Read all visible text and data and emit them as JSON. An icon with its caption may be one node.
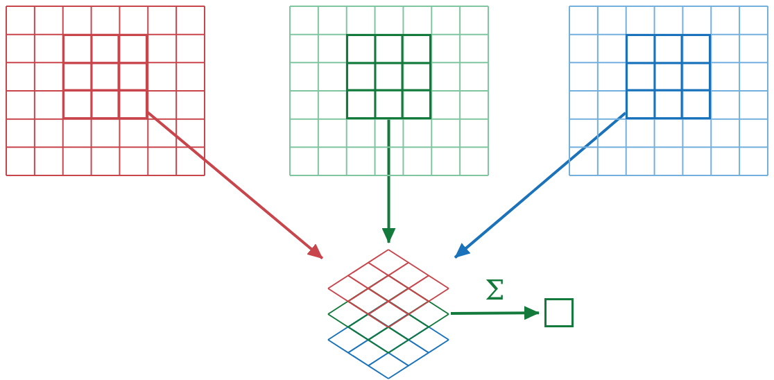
{
  "diagram": {
    "nodes": [
      {
        "text": [],
        "shape": "picture"
      },
      {
        "text": [],
        "shape": "box",
        "in": 0
      },
      {
        "text": [],
        "shape": "picture"
      },
      {
        "text": [],
        "shape": "box",
        "in": 2
      },
      {
        "text": [],
        "shape": "picture"
      },
      {
        "text": [],
        "shape": "box",
        "in": 4
      },
      {
        "text": [],
        "shape": "picture"
      },
      {
        "text": [],
        "shape": "box"
      }
    ],
    "edges": [
      {
        "from": 1,
        "to": 6,
        "arrow": "to",
        "color": "#c9454c"
      },
      {
        "from": 3,
        "to": 6,
        "arrow": "to",
        "color": "#137a3c"
      },
      {
        "from": 5,
        "to": 6,
        "arrow": "to",
        "color": "#1a72bb"
      },
      {
        "from": 6,
        "to": 7,
        "arrow": "to",
        "label": "Σ",
        "color": "#137a3c"
      }
    ]
  }
}
